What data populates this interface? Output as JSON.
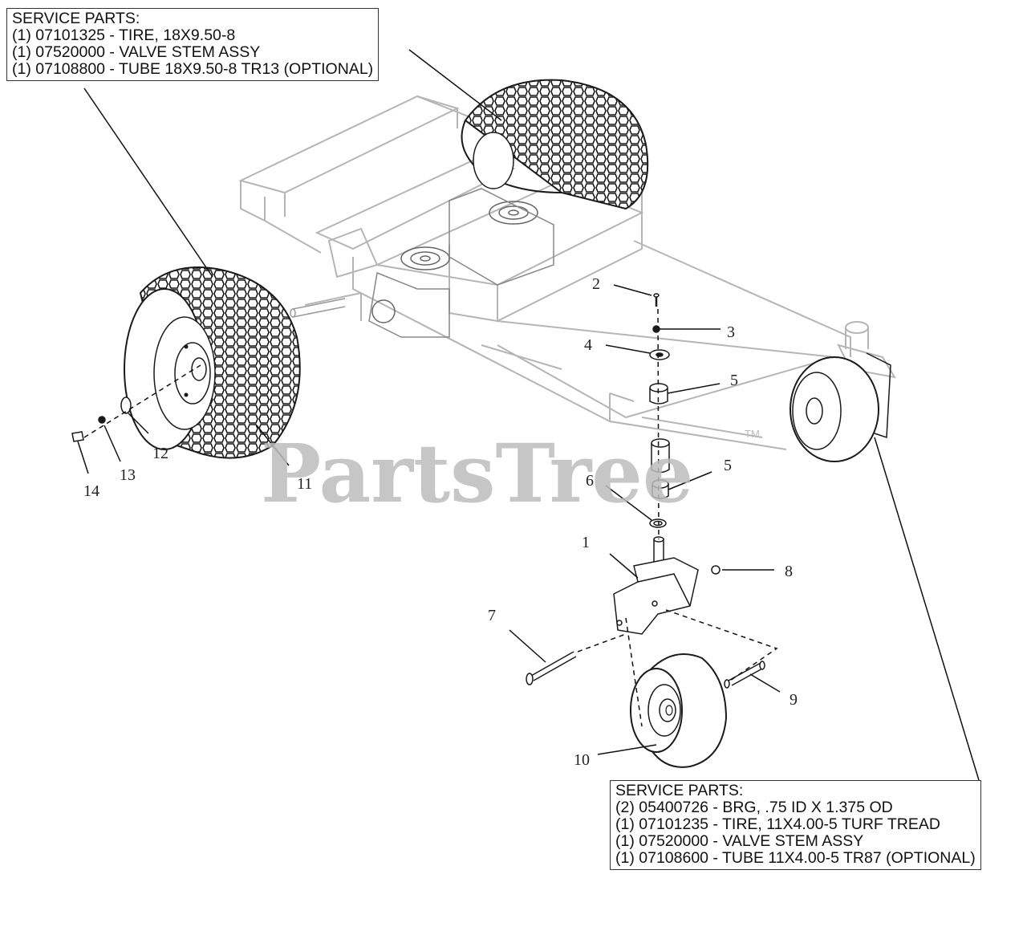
{
  "service_boxes": {
    "rear": {
      "heading": "SERVICE PARTS:",
      "lines": [
        "(1) 07101325 - TIRE, 18X9.50-8",
        "(1) 07520000 - VALVE STEM ASSY",
        "(1) 07108800 - TUBE 18X9.50-8 TR13 (OPTIONAL)"
      ]
    },
    "front": {
      "heading": "SERVICE PARTS:",
      "lines": [
        "(2) 05400726 - BRG, .75 ID X 1.375 OD",
        "(1) 07101235 - TIRE, 11X4.00-5 TURF TREAD",
        "(1) 07520000 - VALVE STEM ASSY",
        "(1) 07108600 - TUBE 11X4.00-5 TR87 (OPTIONAL)"
      ]
    }
  },
  "callouts": {
    "c1": "1",
    "c2": "2",
    "c3": "3",
    "c4": "4",
    "c5a": "5",
    "c5b": "5",
    "c6": "6",
    "c7": "7",
    "c8": "8",
    "c9": "9",
    "c10": "10",
    "c11": "11",
    "c12": "12",
    "c13": "13",
    "c14": "14"
  },
  "watermark": {
    "text": "PartsTree",
    "mark": "TM"
  },
  "colors": {
    "frame_line": "#b5b5b5",
    "tire_line": "#1a1a1a",
    "leader_line": "#111111",
    "watermark": "#bdbdbd"
  }
}
